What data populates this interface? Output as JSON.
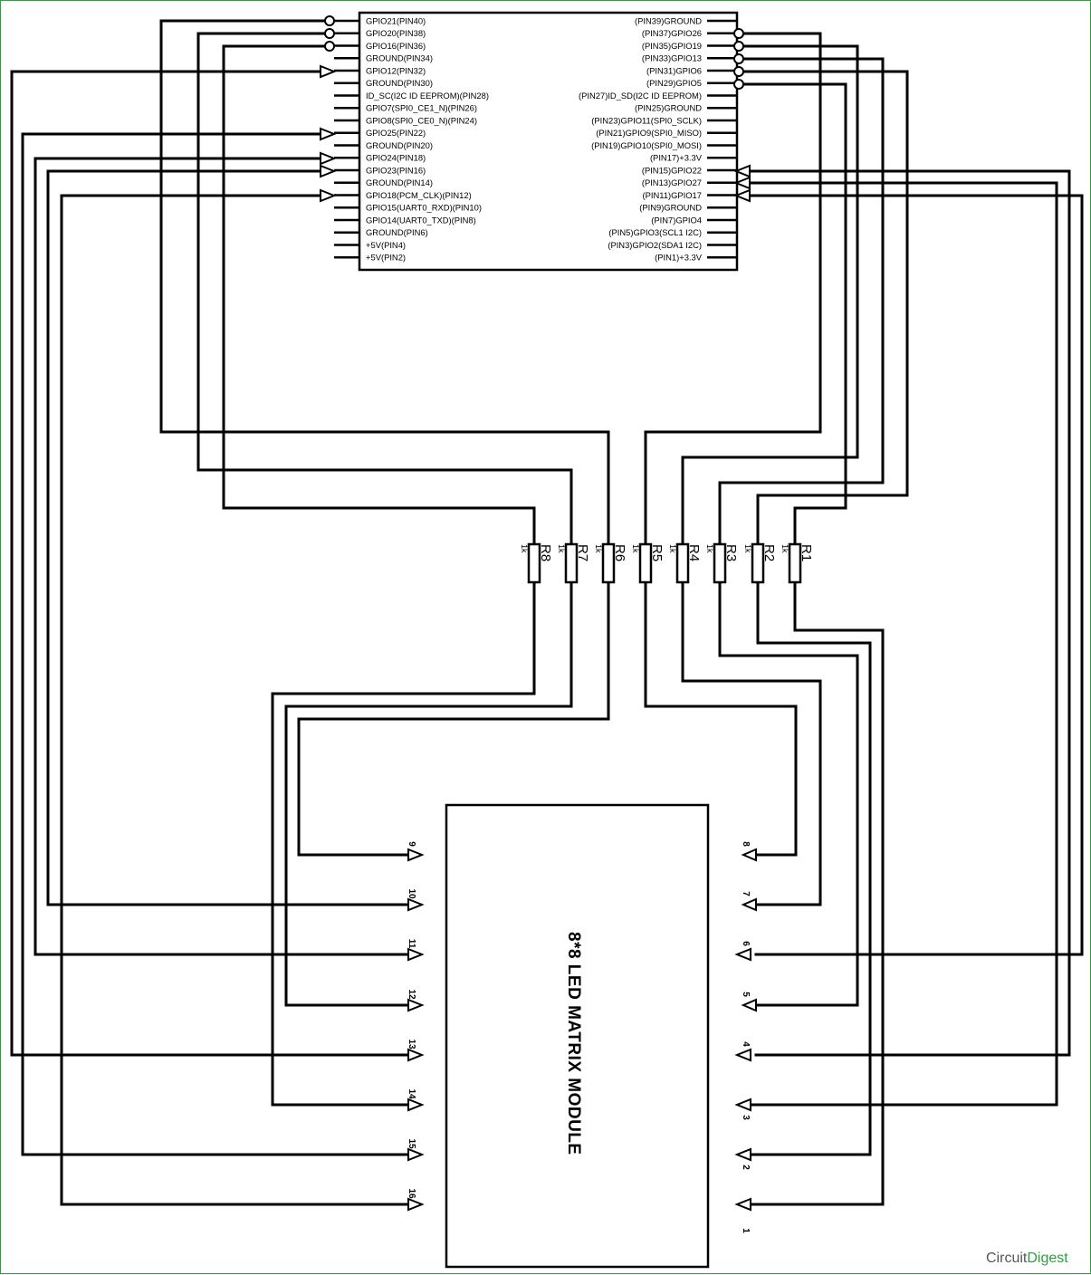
{
  "header_left": {
    "pins": [
      "GPIO21(PIN40)",
      "GPIO20(PIN38)",
      "GPIO16(PIN36)",
      "GROUND(PIN34)",
      "GPIO12(PIN32)",
      "GROUND(PIN30)",
      "ID_SC(I2C ID EEPROM)(PIN28)",
      "GPIO7(SPI0_CE1_N)(PIN26)",
      "GPIO8(SPI0_CE0_N)(PIN24)",
      "GPIO25(PIN22)",
      "GROUND(PIN20)",
      "GPIO24(PIN18)",
      "GPIO23(PIN16)",
      "GROUND(PIN14)",
      "GPIO18(PCM_CLK)(PIN12)",
      "GPIO15(UART0_RXD)(PIN10)",
      "GPIO14(UART0_TXD)(PIN8)",
      "GROUND(PIN6)",
      "+5V(PIN4)",
      "+5V(PIN2)"
    ]
  },
  "header_right": {
    "pins": [
      "(PIN39)GROUND",
      "(PIN37)GPIO26",
      "(PIN35)GPIO19",
      "(PIN33)GPIO13",
      "(PIN31)GPIO6",
      "(PIN29)GPIO5",
      "(PIN27)ID_SD(I2C ID EEPROM)",
      "(PIN25)GROUND",
      "(PIN23)GPIO11(SPI0_SCLK)",
      "(PIN21)GPIO9(SPI0_MISO)",
      "(PIN19)GPIO10(SPI0_MOSI)",
      "(PIN17)+3.3V",
      "(PIN15)GPIO22",
      "(PIN13)GPIO27",
      "(PIN11)GPIO17",
      "(PIN9)GROUND",
      "(PIN7)GPIO4",
      "(PIN5)GPIO3(SCL1 I2C)",
      "(PIN3)GPIO2(SDA1 I2C)",
      "(PIN1)+3.3V"
    ]
  },
  "resistors": [
    {
      "name": "R8",
      "value": "1k"
    },
    {
      "name": "R7",
      "value": "1k"
    },
    {
      "name": "R6",
      "value": "1k"
    },
    {
      "name": "R5",
      "value": "1k"
    },
    {
      "name": "R4",
      "value": "1k"
    },
    {
      "name": "R3",
      "value": "1k"
    },
    {
      "name": "R2",
      "value": "1k"
    },
    {
      "name": "R1",
      "value": "1k"
    }
  ],
  "matrix": {
    "title": "8*8 LED MATRIX MODULE",
    "left_pins": [
      "9",
      "10",
      "11",
      "12",
      "13",
      "14",
      "15",
      "16"
    ],
    "right_pins": [
      "8",
      "7",
      "6",
      "5",
      "4",
      "3",
      "2",
      "1"
    ]
  },
  "brand": {
    "part1": "Circuit",
    "part2": "Digest"
  }
}
